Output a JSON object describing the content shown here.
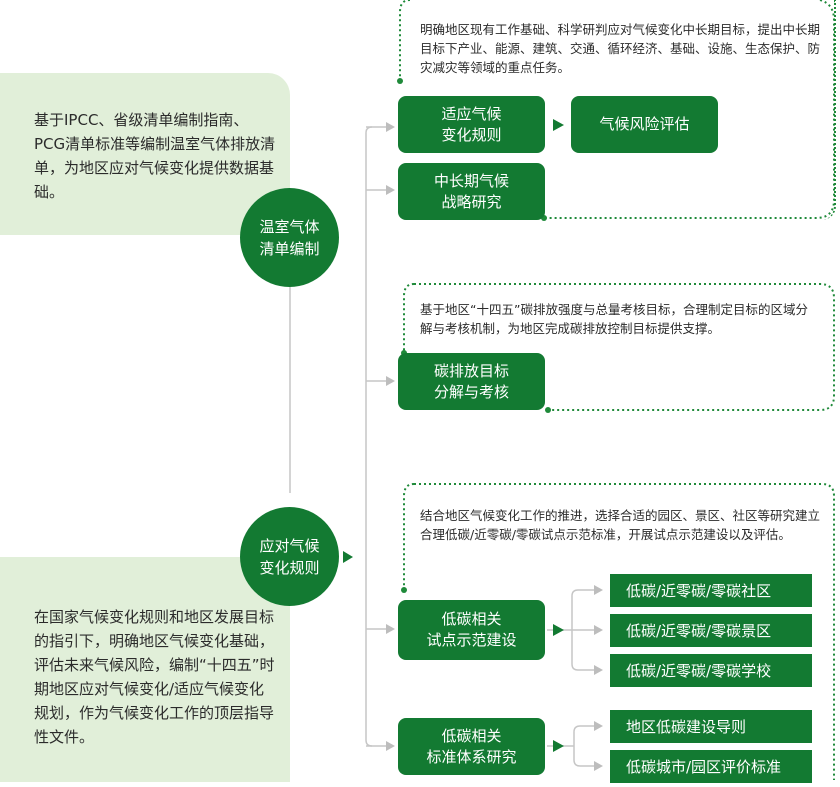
{
  "left_panel_top": {
    "text": "基于IPCC、省级清单编制指南、PCG清单标准等编制温室气体排放清单，为地区应对气候变化提供数据基础。"
  },
  "left_panel_bottom": {
    "text": "在国家气候变化规则和地区发展目标的指引下，明确地区气候变化基础，评估未来气候风险，编制“十四五”时期地区应对气候变化/适应气候变化规划，作为气候变化工作的顶层指导性文件。"
  },
  "nodes": {
    "inventory": "温室气体\n清单编制",
    "planning": "应对气候\n变化规则",
    "adapt": "适应气候\n变化规则",
    "risk": "气候风险评估",
    "strategy": "中长期气候\n战略研究",
    "target": "碳排放目标\n分解与考核",
    "pilot": "低碳相关\n试点示范建设",
    "standard": "低碳相关\n标准体系研究"
  },
  "leaves": {
    "pilot": [
      "低碳/近零碳/零碳社区",
      "低碳/近零碳/零碳景区",
      "低碳/近零碳/零碳学校"
    ],
    "standard": [
      "地区低碳建设导则",
      "低碳城市/园区评价标准"
    ]
  },
  "notes": {
    "note1": "明确地区现有工作基础、科学研判应对气候变化中长期目标，提出中长期目标下产业、能源、建筑、交通、循环经济、基础、设施、生态保护、防灾减灾等领域的重点任务。",
    "note2": "基于地区“十四五”碳排放强度与总量考核目标，合理制定目标的区域分解与考核机制，为地区完成碳排放控制目标提供支撑。",
    "note3": "结合地区气候变化工作的推进，选择合适的园区、景区、社区等研究建立合理低碳/近零碳/零碳试点示范标准，开展试点示范建设以及评估。"
  },
  "colors": {
    "primary": "#137a32",
    "panel": "#e1efd9",
    "line": "#c4c4c4",
    "dotted": "#1f8a3a"
  }
}
